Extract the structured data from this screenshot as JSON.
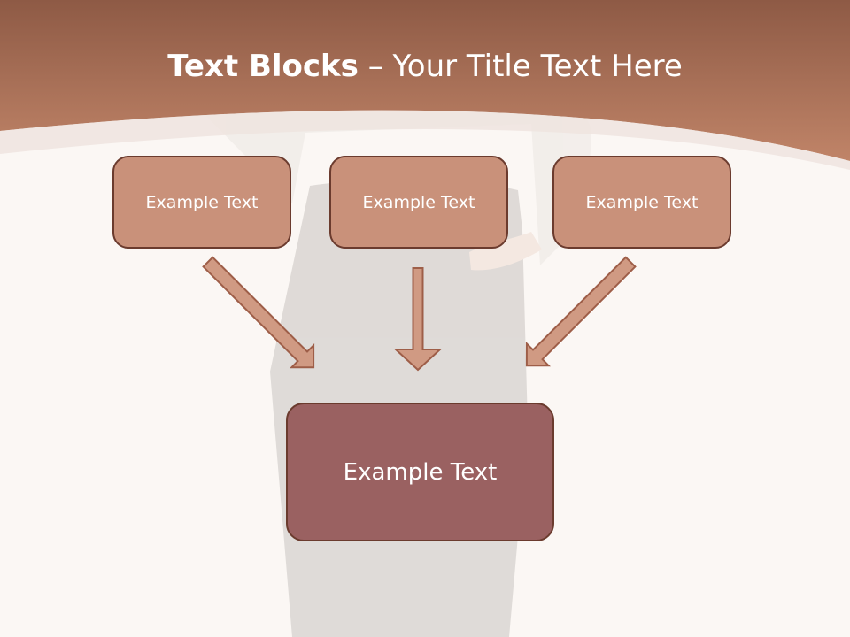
{
  "title": {
    "bold_part": "Text Blocks",
    "dash": "–",
    "regular_part": "Your Title Text Here"
  },
  "boxes": {
    "top": [
      "Example Text",
      "Example Text",
      "Example Text"
    ],
    "bottom": "Example Text"
  },
  "colors": {
    "header_band": "#b97a5f",
    "top_box_fill": "#c9917a",
    "bottom_box_fill": "#9a6161",
    "box_border": "#6b3b2e",
    "arrow_fill": "#d09a83",
    "background": "#fbf7f4"
  }
}
